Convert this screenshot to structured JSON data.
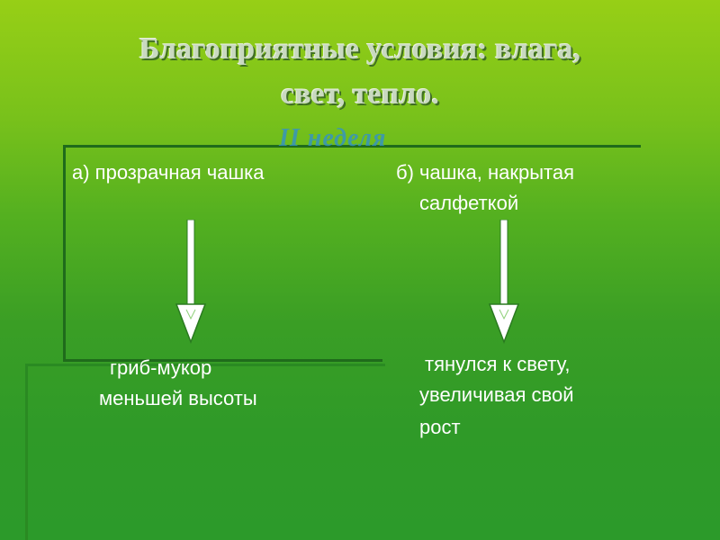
{
  "slide": {
    "title_line1": "Благоприятные условия: влага,",
    "title_line2": "свет, тепло.",
    "subtitle": "II неделя",
    "left": {
      "label": "а) прозрачная чашка",
      "result_line1": "гриб-мукор",
      "result_line2": "меньшей высоты"
    },
    "right": {
      "label_line1": "б) чашка, накрытая",
      "label_line2": "салфеткой",
      "result_line1": "тянулся к свету,",
      "result_line2": "увеличивая свой",
      "result_line3": "рост"
    }
  },
  "icons": {
    "arrow_left": "down-arrow-icon",
    "arrow_right": "down-arrow-icon"
  },
  "colors": {
    "background_top": "#97cf16",
    "background_bottom": "#2c9a2a",
    "title_text": "#c9d9c0",
    "subtitle_text": "#2f8fd3",
    "body_text": "#ffffff",
    "frame_line": "#1f6b1b"
  }
}
